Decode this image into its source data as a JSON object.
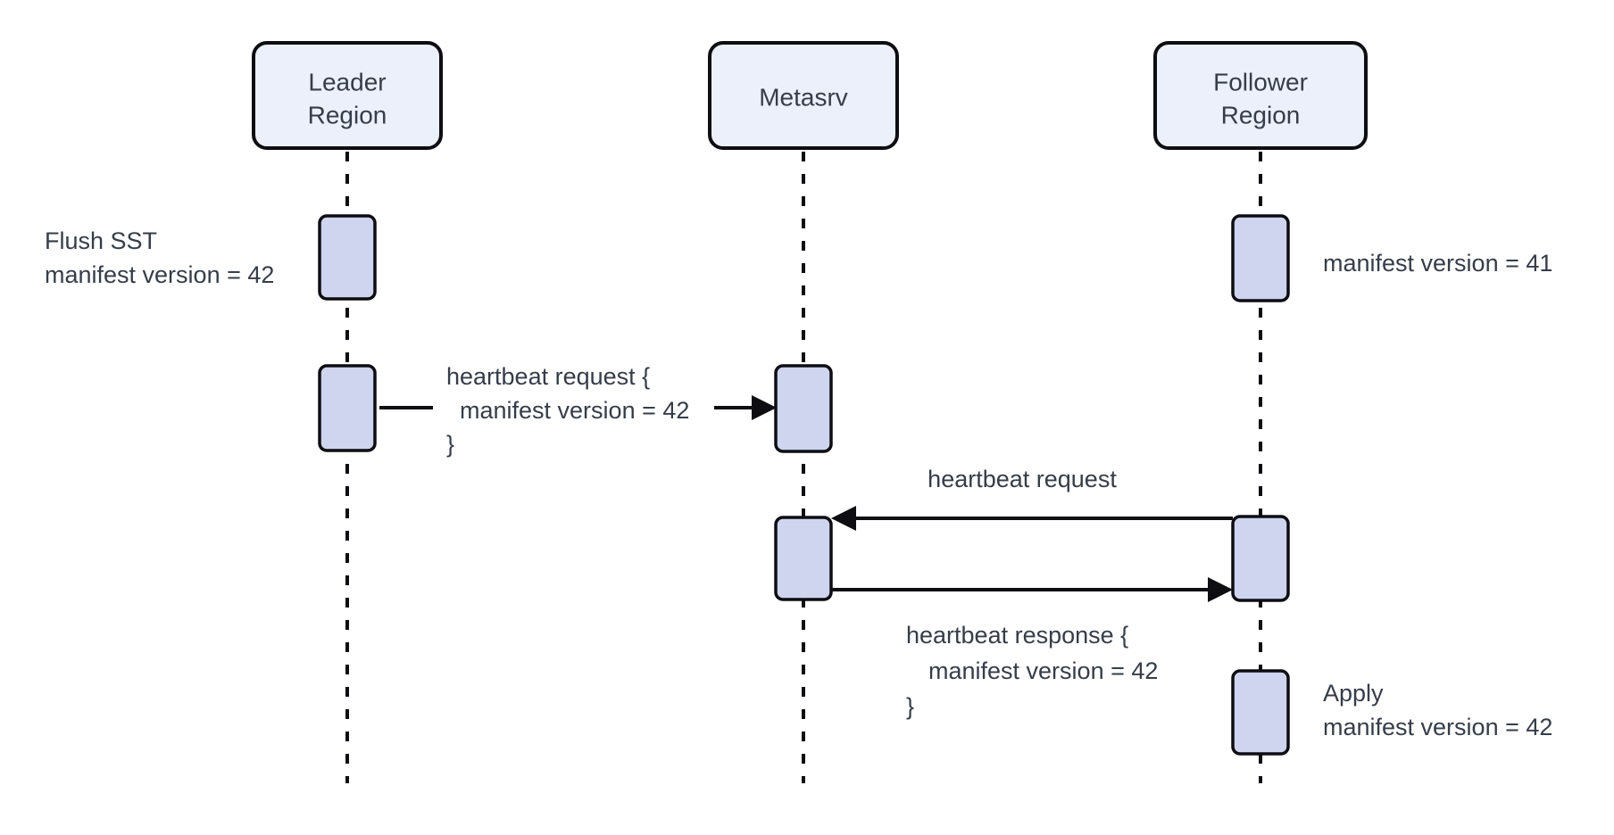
{
  "diagram": {
    "type": "sequence-diagram",
    "background": "#ffffff",
    "colors": {
      "participant_fill": "#ecf0fa",
      "activation_fill": "#cfd4ef",
      "shape_stroke": "#0d0d12",
      "line_color": "#0d0d12",
      "text_color": "#363d49"
    },
    "participants": [
      {
        "id": "leader-region",
        "label_lines": [
          "Leader",
          "Region"
        ]
      },
      {
        "id": "metasrv",
        "label_lines": [
          "Metasrv"
        ]
      },
      {
        "id": "follower-region",
        "label_lines": [
          "Follower",
          "Region"
        ]
      }
    ],
    "messages": [
      {
        "from": "leader-region",
        "to": "metasrv",
        "label_lines": [
          "heartbeat request {",
          "manifest version = 42",
          "}"
        ]
      },
      {
        "from": "follower-region",
        "to": "metasrv",
        "label_lines": [
          "heartbeat request"
        ]
      },
      {
        "from": "metasrv",
        "to": "follower-region",
        "label_lines": [
          "heartbeat response {",
          "manifest version = 42",
          "}"
        ]
      }
    ],
    "annotations": [
      {
        "target": "leader-region",
        "lines": [
          "Flush SST",
          "manifest version = 42"
        ]
      },
      {
        "target": "follower-region",
        "lines": [
          "manifest version = 41"
        ]
      },
      {
        "target": "follower-region",
        "lines": [
          "Apply",
          "manifest version = 42"
        ]
      }
    ]
  }
}
